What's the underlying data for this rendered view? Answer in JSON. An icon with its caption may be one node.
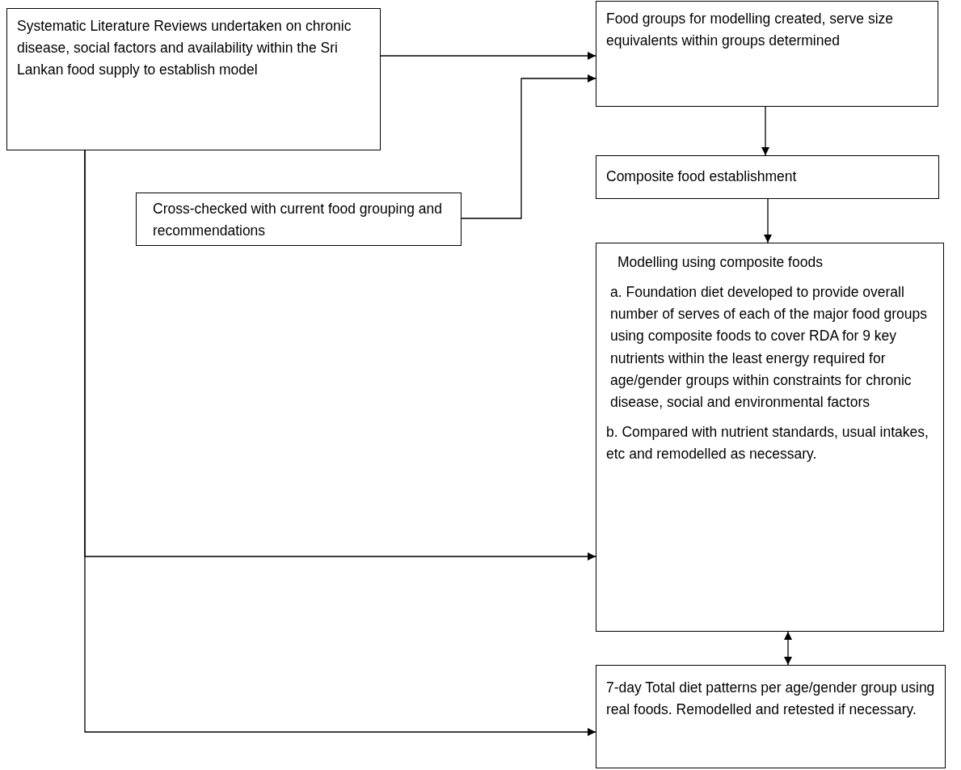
{
  "diagram": {
    "nodes": [
      {
        "text": [
          "Systematic Literature Reviews undertaken on chronic disease, social factors and availability within the Sri Lankan food supply to establish model"
        ]
      },
      {
        "text": [
          "Food groups for modelling created, serve size equivalents within groups determined"
        ]
      },
      {
        "text": [
          "Cross-checked with current food grouping and recommendations"
        ]
      },
      {
        "text": [
          "Composite food establishment"
        ]
      },
      {
        "text": [
          "Modelling using composite foods",
          "a. Foundation diet developed to provide overall number of serves of each of the major food groups using composite foods to cover RDA for 9 key nutrients within the least energy required for age/gender groups within constraints for chronic disease, social and environmental factors",
          "b. Compared with nutrient standards, usual intakes, etc and remodelled as necessary."
        ]
      },
      {
        "text": [
          "7-day Total diet patterns per age/gender group using real foods. Remodelled and retested if necessary."
        ]
      }
    ],
    "edges": [
      {
        "from": 0,
        "to": 1,
        "arrow": "to"
      },
      {
        "from": 2,
        "to": 1,
        "arrow": "to"
      },
      {
        "from": 1,
        "to": 3,
        "arrow": "to"
      },
      {
        "from": 3,
        "to": 4,
        "arrow": "to"
      },
      {
        "from": 4,
        "to": 5,
        "arrow": "both"
      },
      {
        "from": 0,
        "to": 4,
        "arrow": "to"
      },
      {
        "from": 0,
        "to": 5,
        "arrow": "to"
      }
    ]
  }
}
